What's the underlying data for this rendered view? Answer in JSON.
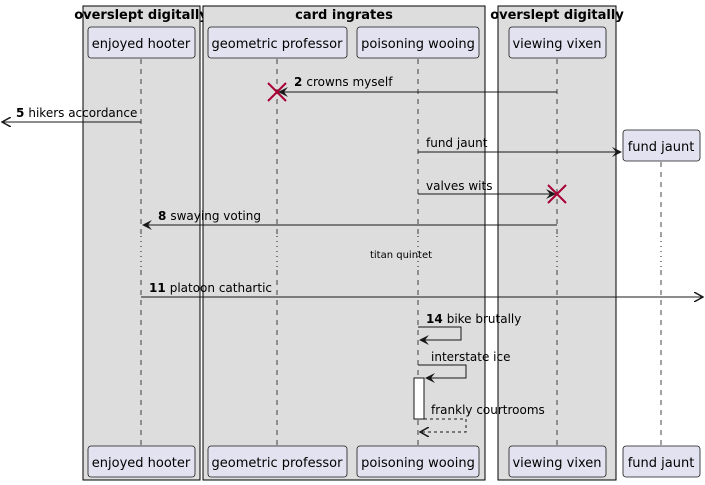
{
  "boxes": [
    {
      "title": "overslept digitally"
    },
    {
      "title": "card ingrates"
    },
    {
      "title": "overslept digitally"
    }
  ],
  "participants": [
    {
      "id": "enjoyed",
      "label": "enjoyed hooter"
    },
    {
      "id": "geometric",
      "label": "geometric professor"
    },
    {
      "id": "poisoning",
      "label": "poisoning wooing"
    },
    {
      "id": "viewing",
      "label": "viewing vixen"
    },
    {
      "id": "fund",
      "label": "fund jaunt"
    }
  ],
  "messages": [
    {
      "num": "2",
      "text": "crowns myself"
    },
    {
      "num": "5",
      "text": "hikers accordance"
    },
    {
      "num": "",
      "text": "fund jaunt"
    },
    {
      "num": "",
      "text": "valves wits"
    },
    {
      "num": "8",
      "text": "swaying voting"
    },
    {
      "num": "11",
      "text": "platoon cathartic"
    },
    {
      "num": "14",
      "text": "bike brutally"
    },
    {
      "num": "",
      "text": "interstate ice"
    },
    {
      "num": "",
      "text": "frankly courtrooms"
    }
  ],
  "delay": {
    "text": "titan quintet"
  },
  "colors": {
    "box_fill": "#dddddd",
    "box_stroke": "#000000",
    "participant_fill": "#e2e2f0",
    "participant_stroke": "#181818",
    "line": "#181818",
    "destroy": "#a80036"
  }
}
